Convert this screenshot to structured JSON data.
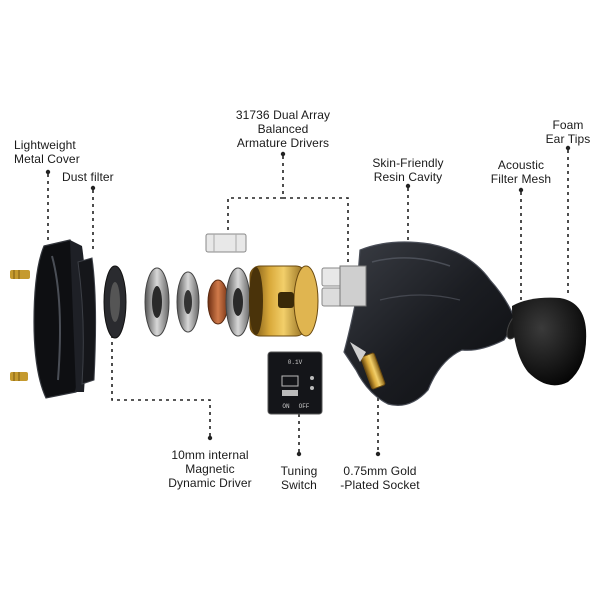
{
  "diagram": {
    "labels": {
      "metal_cover": "Lightweight\nMetal Cover",
      "dust_filter": "Dust filter",
      "ba_drivers": "31736 Dual Array\nBalanced\nArmature Drivers",
      "resin_cavity": "Skin-Friendly\nResin Cavity",
      "acoustic_mesh": "Acoustic\nFilter Mesh",
      "ear_tips": "Foam\nEar Tips",
      "dynamic_driver": "10mm internal\nMagnetic\nDynamic Driver",
      "tuning_switch": "Tuning\nSwitch",
      "socket": "0.75mm Gold\n-Plated Socket"
    },
    "switch_board_text": [
      "0.1V",
      "ON",
      "OFF"
    ]
  }
}
